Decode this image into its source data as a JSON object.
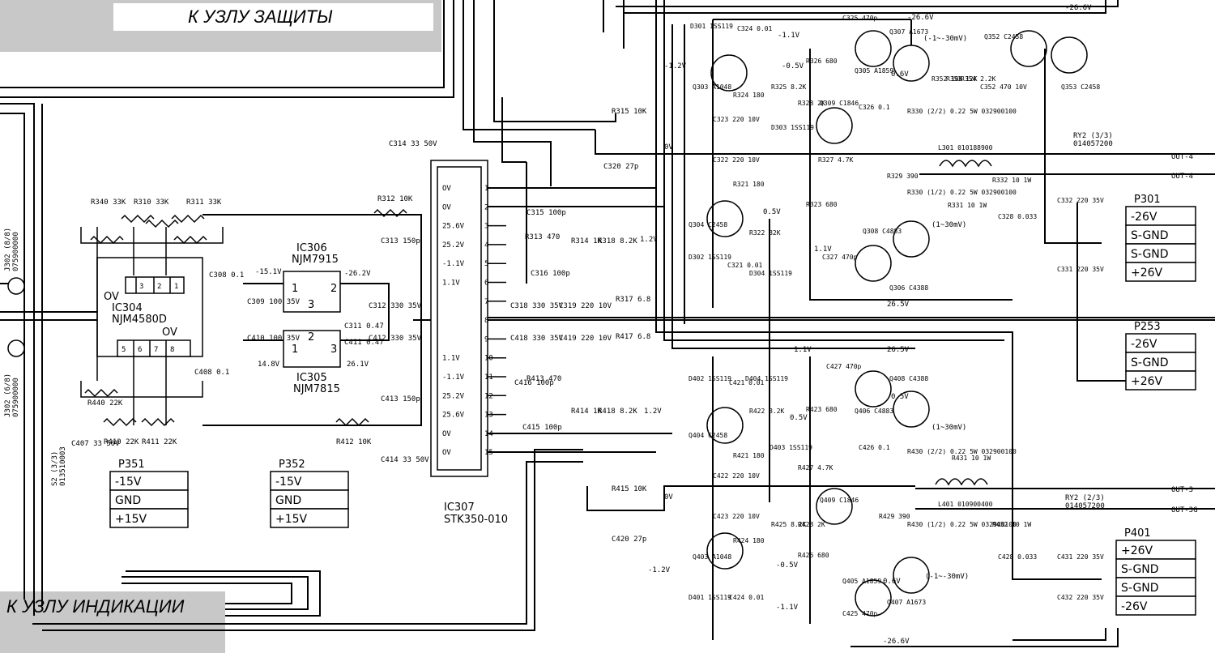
{
  "banners": {
    "top": "К УЗЛУ ЗАЩИТЫ",
    "bottom": "К УЗЛУ ИНДИКАЦИИ"
  },
  "ics": {
    "ic304": {
      "ref": "IC304",
      "part": "NJM4580D",
      "pins": [
        "1",
        "2",
        "3",
        "5",
        "6",
        "7",
        "8"
      ],
      "ov": "OV"
    },
    "ic306": {
      "ref": "IC306",
      "part": "NJM7915"
    },
    "ic305": {
      "ref": "IC305",
      "part": "NJM7815"
    },
    "ic307": {
      "ref": "IC307",
      "part": "STK350-010"
    }
  },
  "ic307_pins": [
    {
      "n": "1",
      "v": "OV"
    },
    {
      "n": "2",
      "v": "OV"
    },
    {
      "n": "3",
      "v": "25.6V"
    },
    {
      "n": "4",
      "v": "25.2V"
    },
    {
      "n": "5",
      "v": "-1.1V"
    },
    {
      "n": "6",
      "v": "1.1V"
    },
    {
      "n": "7",
      "v": ""
    },
    {
      "n": "8",
      "v": ""
    },
    {
      "n": "9",
      "v": ""
    },
    {
      "n": "10",
      "v": "1.1V"
    },
    {
      "n": "11",
      "v": "-1.1V"
    },
    {
      "n": "12",
      "v": "25.2V"
    },
    {
      "n": "13",
      "v": "25.6V"
    },
    {
      "n": "14",
      "v": "OV"
    },
    {
      "n": "15",
      "v": "OV"
    }
  ],
  "connectors": {
    "p351": {
      "ref": "P351",
      "rows": [
        "-15V",
        "GND",
        "+15V"
      ]
    },
    "p352": {
      "ref": "P352",
      "rows": [
        "-15V",
        "GND",
        "+15V"
      ]
    },
    "p301": {
      "ref": "P301",
      "rows": [
        "-26V",
        "S-GND",
        "S-GND",
        "+26V"
      ]
    },
    "p253": {
      "ref": "P253",
      "rows": [
        "-26V",
        "S-GND",
        "+26V"
      ]
    },
    "p401": {
      "ref": "P401",
      "rows": [
        "+26V",
        "S-GND",
        "S-GND",
        "-26V"
      ]
    }
  },
  "outputs": [
    "OUT-4",
    "OUT-4",
    "OUT-3",
    "OUT-3G"
  ],
  "relays": [
    "RY2 (3/3)",
    "014057200",
    "RY2 (2/3)",
    "014057200"
  ],
  "jacks": [
    "J302 (8/8)",
    "075900000",
    "J302 (6/8)",
    "075900000"
  ],
  "switch": [
    "S2 (3/3)",
    "013510003"
  ],
  "components": [
    "R340 33K",
    "R310 33K",
    "R311 33K",
    "R312 10K",
    "R313 470",
    "R314 1K",
    "R318 8.2K",
    "R315 10K",
    "C320 27p",
    "C314 33 50V",
    "C313 150p",
    "C315 100p",
    "C316 100p",
    "C308 0.1",
    "C408 0.1",
    "C309 100 35V",
    "C410 100 35V",
    "C311 0.47",
    "C411 0.47",
    "C312 330 35V",
    "C412 330 35V",
    "R440 22K",
    "R410 22K",
    "R411 22K",
    "C407 33 50V",
    "R412 10K",
    "C413 150p",
    "C414 33 50V",
    "C318 330 35V",
    "C319 220 10V",
    "C418 330 35V",
    "C419 220 10V",
    "R317 6.8",
    "R417 6.8",
    "C416 100p",
    "R413 470",
    "R414 1K",
    "R418 8.2K",
    "C415 100p",
    "R415 10K",
    "C420 27p",
    "D301 1SS119",
    "C324 0.01",
    "Q303 A1048",
    "R324 180",
    "C323 220 10V",
    "C322 220 10V",
    "R321 180",
    "Q304 C2458",
    "D302 1SS119",
    "C321 0.01",
    "R322 82K",
    "D304 1SS119",
    "R326 680",
    "R325 8.2K",
    "D303 1SS119",
    "R328 2K",
    "Q309 C1846",
    "C326 0.1",
    "R327 4.7K",
    "R323 680",
    "C327 470p",
    "Q308 C4883",
    "Q306 C4388",
    "C325 470p",
    "Q307 A1673",
    "Q305 A1859",
    "R330 (2/2) 0.22 5W 032900100",
    "R329 390",
    "R330 (1/2) 0.22 5W 032900100",
    "L301 010188900",
    "R331 10 1W",
    "R332 10 1W",
    "C328 0.033",
    "R352 10K",
    "R353 12K",
    "R354 2.2K",
    "C352 470 10V",
    "Q352 C2458",
    "Q353 C2458",
    "C332 220 35V",
    "C331 220 35V",
    "D402 1SS119",
    "C421 0.01",
    "D404 1SS119",
    "Q404 C2458",
    "R422 8.2K",
    "R423 680",
    "R421 180",
    "C422 220 10V",
    "D403 1SS119",
    "R427 4.7K",
    "C426 0.1",
    "Q409 C1846",
    "C423 220 10V",
    "R424 180",
    "R425 8.2K",
    "R428 2K",
    "R426 680",
    "Q403 A1048",
    "D401 1SS119",
    "C424 0.01",
    "C427 470p",
    "Q408 C4388",
    "Q406 C4883",
    "R430 (2/2) 0.22 5W 032900100",
    "R429 390",
    "R430 (1/2) 0.22 5W 032900100",
    "R431 10 1W",
    "L401 010900400",
    "R432 10 1W",
    "C428 0.033",
    "Q405 A1859",
    "Q407 A1673",
    "C425 470p",
    "C431 220 35V",
    "C432 220 35V"
  ],
  "voltages": [
    "-26.6V",
    "-26.6V",
    "-1.1V",
    "-1.2V",
    "-0.5V",
    "0.6V",
    "(-1~-30mV)",
    "0V",
    "0.5V",
    "1.2V",
    "1.1V",
    "26.5V",
    "(1~30mV)",
    "-15.1V",
    "-26.2V",
    "14.8V",
    "26.1V",
    "1.1V",
    "26.5V",
    "0.5V",
    "1.2V",
    "(1~30mV)",
    "0.5V",
    "0V",
    "-1.2V",
    "-0.5V",
    "-1.1V",
    "0.6V",
    "(-1~-30mV)",
    "-26.6V"
  ]
}
